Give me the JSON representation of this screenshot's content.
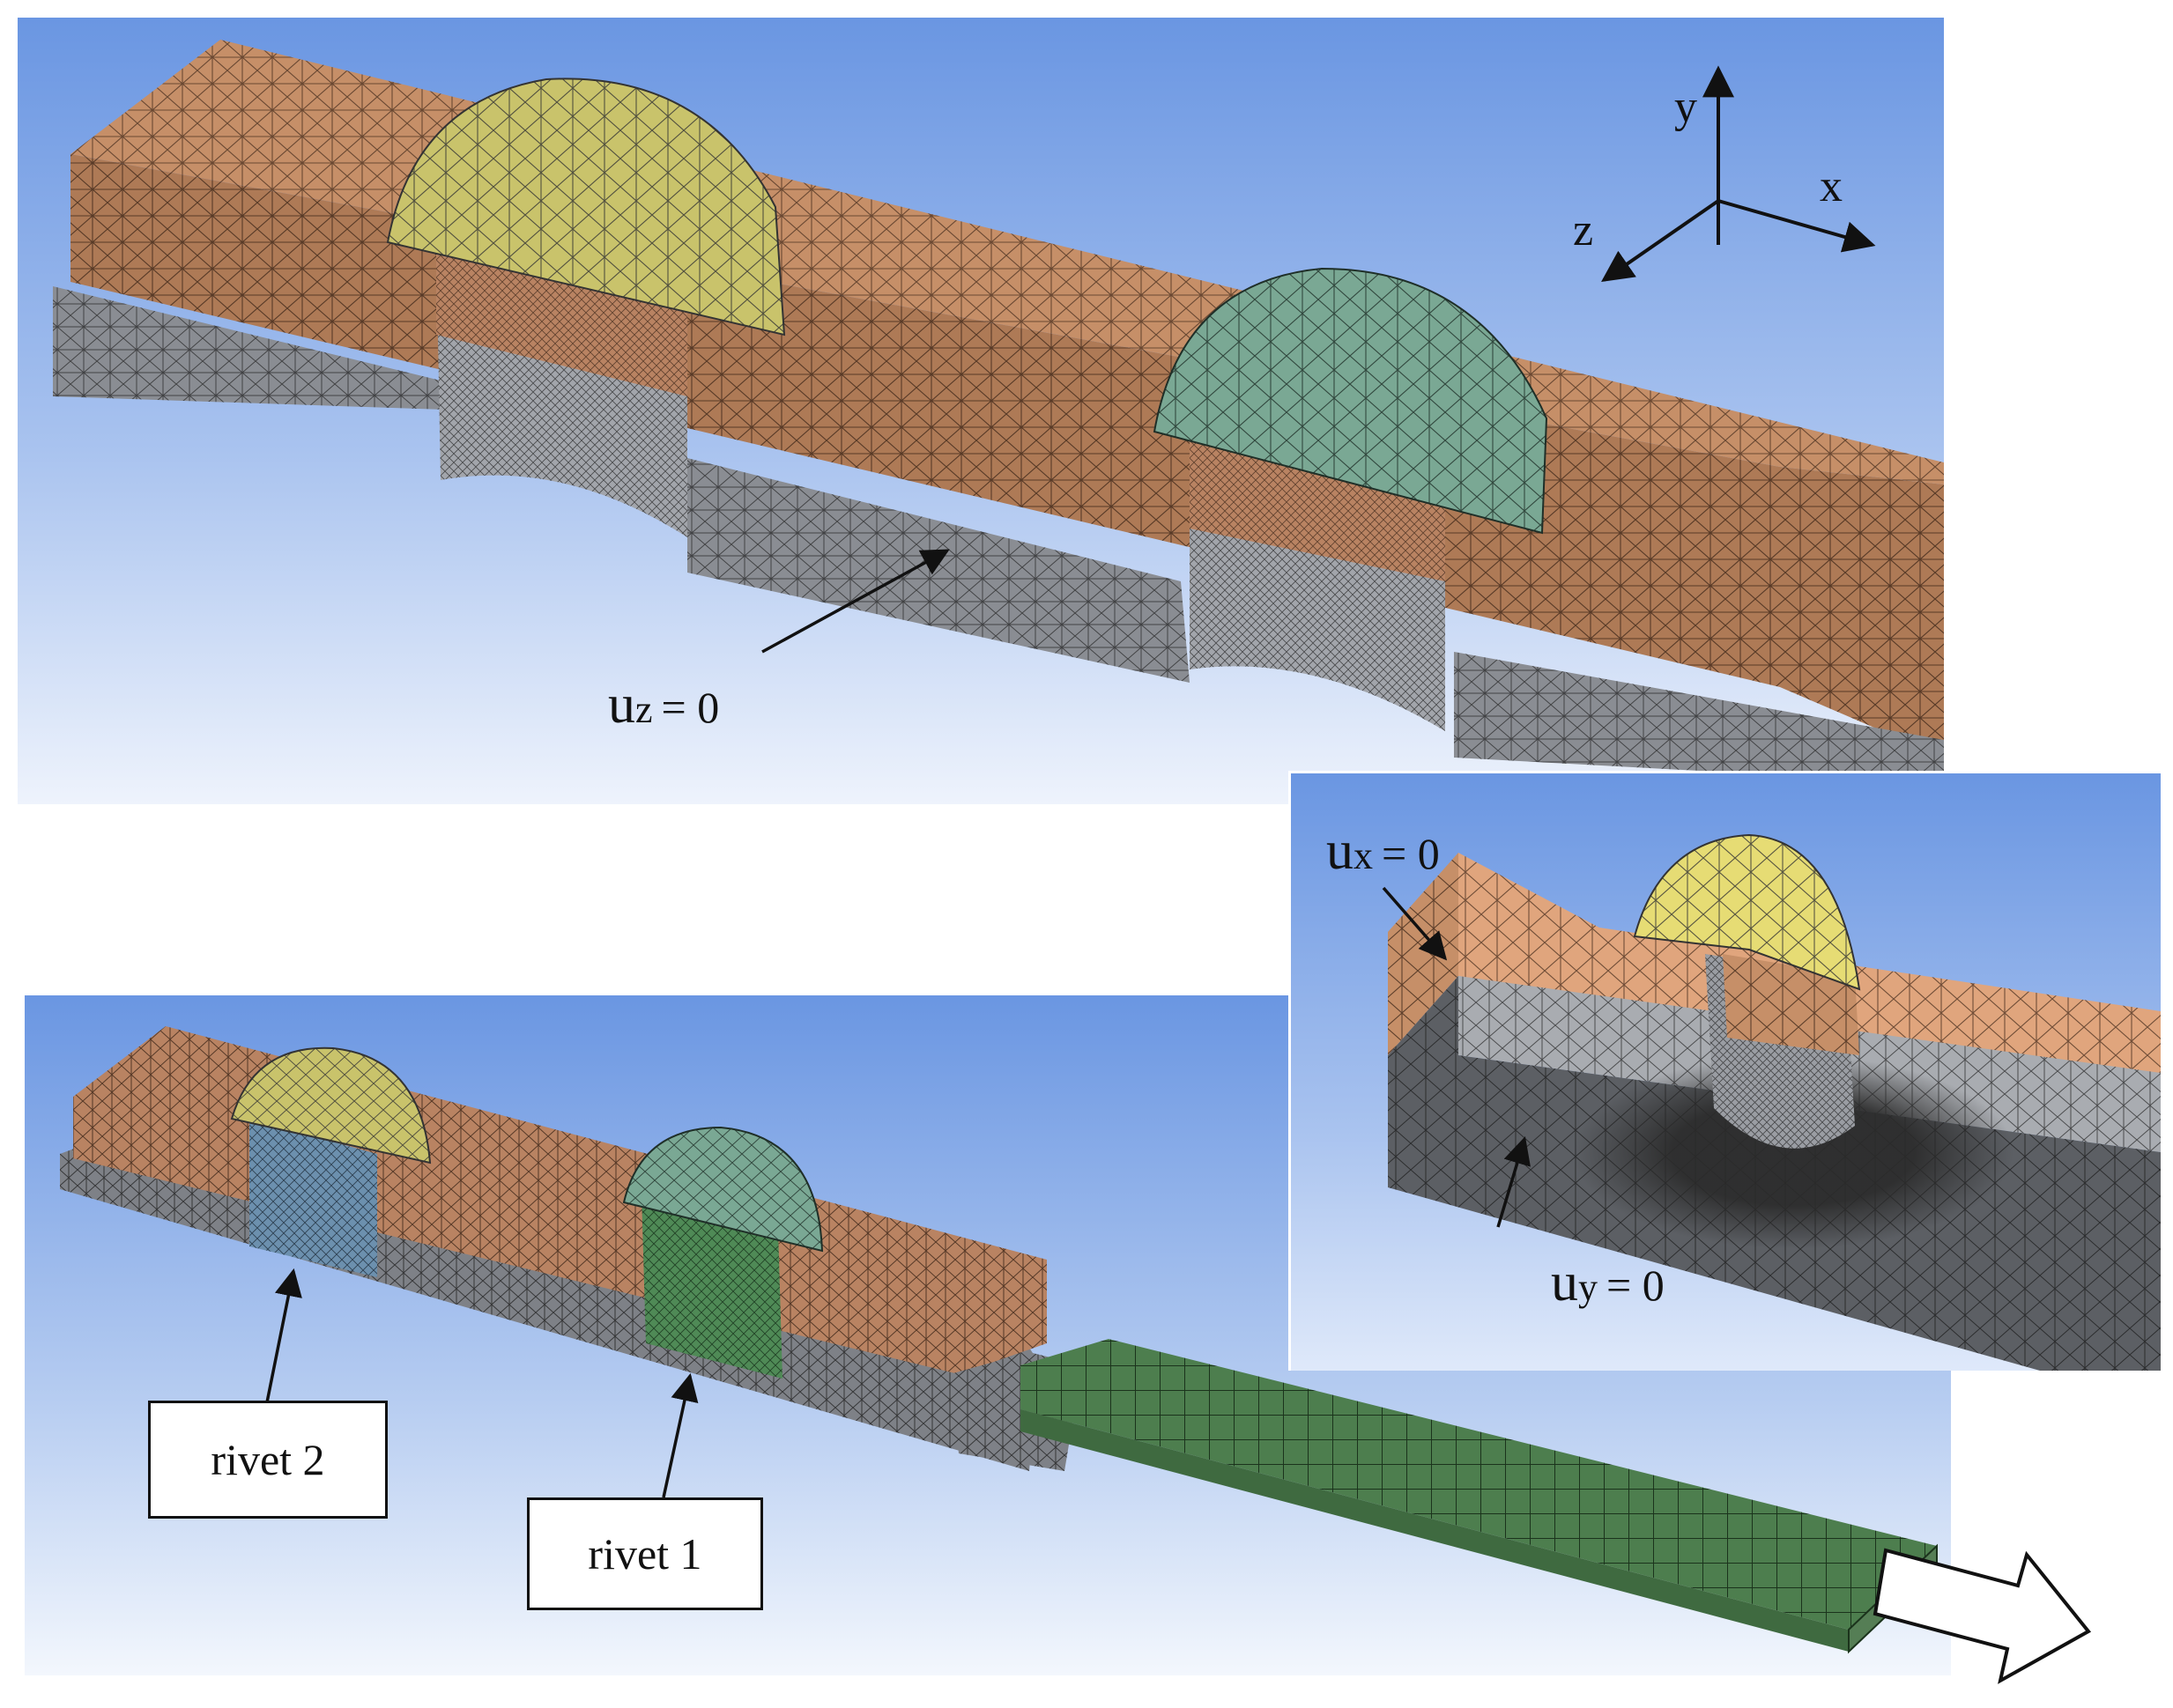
{
  "colors": {
    "bg_top": "#6a96e2",
    "bg_bottom": "#eef3fc",
    "copper": "#c68f68",
    "steel": "#8a8d93",
    "rivet_yellow": "#c9c36b",
    "rivet_teal": "#7aa894",
    "rivet_blue": "#6c90ae",
    "rivet_green": "#4f8a56",
    "load_grip": "#4d7e4e",
    "mesh_line": "#2a2a2a"
  },
  "axes": {
    "x_label": "x",
    "y_label": "y",
    "z_label": "z"
  },
  "boundary_conditions": {
    "uz": {
      "symbol": "u",
      "subscript": "z",
      "value": "= 0"
    },
    "ux": {
      "symbol": "u",
      "subscript": "x",
      "value": "= 0"
    },
    "uy": {
      "symbol": "u",
      "subscript": "y",
      "value": "= 0"
    }
  },
  "callouts": {
    "rivet_2": "rivet 2",
    "rivet_1": "rivet 1"
  },
  "icons": {
    "load_arrow": "hollow-arrow-right-icon",
    "axis_triad": "coordinate-axes-icon"
  }
}
